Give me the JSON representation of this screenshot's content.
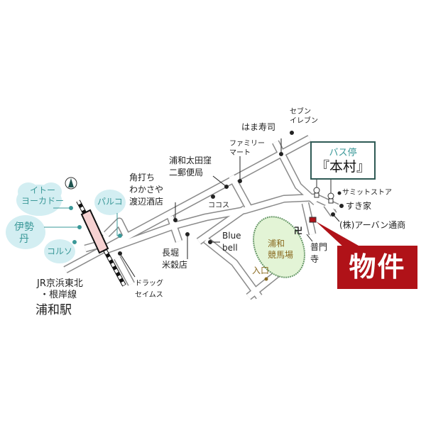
{
  "title": "物件",
  "colors": {
    "road_edge": "#8a8a8a",
    "cloud": "#d3eef2",
    "teal": "#3a9898",
    "property": "#b01218",
    "racecourse": "#e3f4d6",
    "station": "#f6d2d2"
  },
  "bus_stop": {
    "title": "バス停",
    "name": "『本村』"
  },
  "property_label": "物件",
  "station": {
    "line1": "JR京浜東北",
    "line2": "・根岸線",
    "name": "浦和駅"
  },
  "stores": {
    "ito_yokado": [
      "イトー",
      "ヨーカドー"
    ],
    "isetan": [
      "伊勢",
      "丹"
    ],
    "corso": "コルソ",
    "parco": "パルコ"
  },
  "landmarks": {
    "seven_eleven": [
      "セブン",
      "イレブン"
    ],
    "hama_sushi": "はま寿司",
    "familymart": [
      "ファミリー",
      "マート"
    ],
    "post_office": [
      "浦和太田窪",
      "二郵便局"
    ],
    "liquor": [
      "角打ち",
      "わかさや",
      "渡辺酒店"
    ],
    "cocos": "ココス",
    "summit": "サミットストア",
    "sukiya": "すき家",
    "urban": "(株)アーバン通商",
    "temple_mark": "卍",
    "temple": [
      "普門",
      "寺"
    ],
    "bluebell": [
      "Blue",
      "bell"
    ],
    "racecourse": [
      "浦和",
      "競馬場"
    ],
    "entrance": "入口",
    "rice": [
      "長堀",
      "米穀店"
    ],
    "drug": [
      "ドラッグ",
      "セイムス"
    ]
  }
}
